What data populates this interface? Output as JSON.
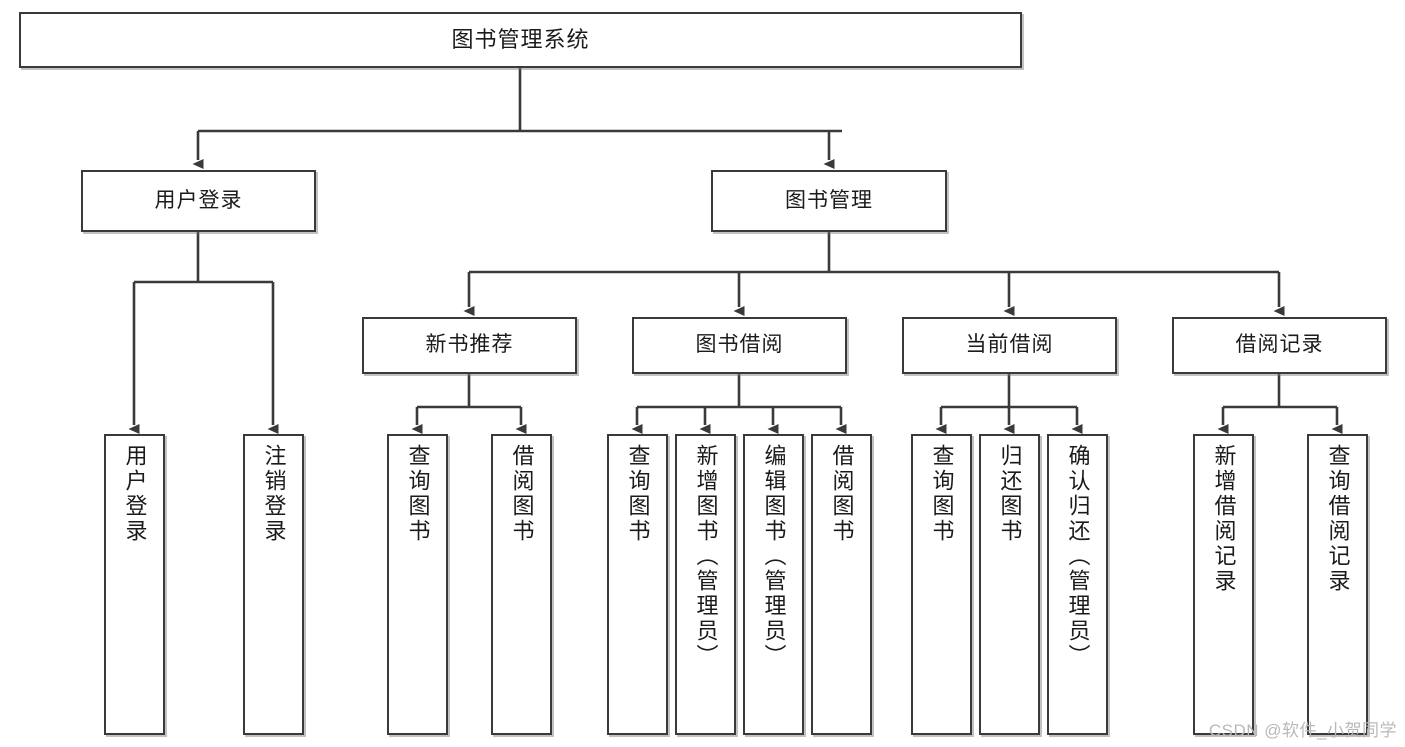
{
  "diagram": {
    "type": "tree",
    "title": "图书管理系统",
    "theme": {
      "background": "#ffffff",
      "box_border": "#3a3a3a",
      "box_fill": "#ffffff",
      "text": "#1b1b1b",
      "edge": "#3a3a3a",
      "watermark": "#b9b9b9"
    },
    "levels": {
      "root": {
        "label": "图书管理系统"
      },
      "level2": [
        {
          "id": "user-login",
          "label": "用户登录"
        },
        {
          "id": "book-management",
          "label": "图书管理"
        }
      ],
      "level3": [
        {
          "id": "new-book-recommend",
          "label": "新书推荐",
          "parent": "book-management"
        },
        {
          "id": "book-borrow",
          "label": "图书借阅",
          "parent": "book-management"
        },
        {
          "id": "current-borrow",
          "label": "当前借阅",
          "parent": "book-management"
        },
        {
          "id": "borrow-record",
          "label": "借阅记录",
          "parent": "book-management"
        }
      ],
      "leaves": [
        {
          "id": "leaf-user-login",
          "label": "用户登录",
          "parent": "user-login"
        },
        {
          "id": "leaf-logout",
          "label": "注销登录",
          "parent": "user-login"
        },
        {
          "id": "leaf-query-book-1",
          "label": "查询图书",
          "parent": "new-book-recommend"
        },
        {
          "id": "leaf-borrow-book-1",
          "label": "借阅图书",
          "parent": "new-book-recommend"
        },
        {
          "id": "leaf-query-book-2",
          "label": "查询图书",
          "parent": "book-borrow"
        },
        {
          "id": "leaf-add-book",
          "label": "新增图书（管理员）",
          "parent": "book-borrow"
        },
        {
          "id": "leaf-edit-book",
          "label": "编辑图书（管理员）",
          "parent": "book-borrow"
        },
        {
          "id": "leaf-borrow-book-2",
          "label": "借阅图书",
          "parent": "book-borrow"
        },
        {
          "id": "leaf-query-book-3",
          "label": "查询图书",
          "parent": "current-borrow"
        },
        {
          "id": "leaf-return-book",
          "label": "归还图书",
          "parent": "current-borrow"
        },
        {
          "id": "leaf-confirm-return",
          "label": "确认归还（管理员）",
          "parent": "current-borrow"
        },
        {
          "id": "leaf-add-record",
          "label": "新增借阅记录",
          "parent": "borrow-record"
        },
        {
          "id": "leaf-query-record",
          "label": "查询借阅记录",
          "parent": "borrow-record"
        }
      ]
    }
  },
  "watermark": {
    "text": "CSDN @软件_小贺同学"
  }
}
